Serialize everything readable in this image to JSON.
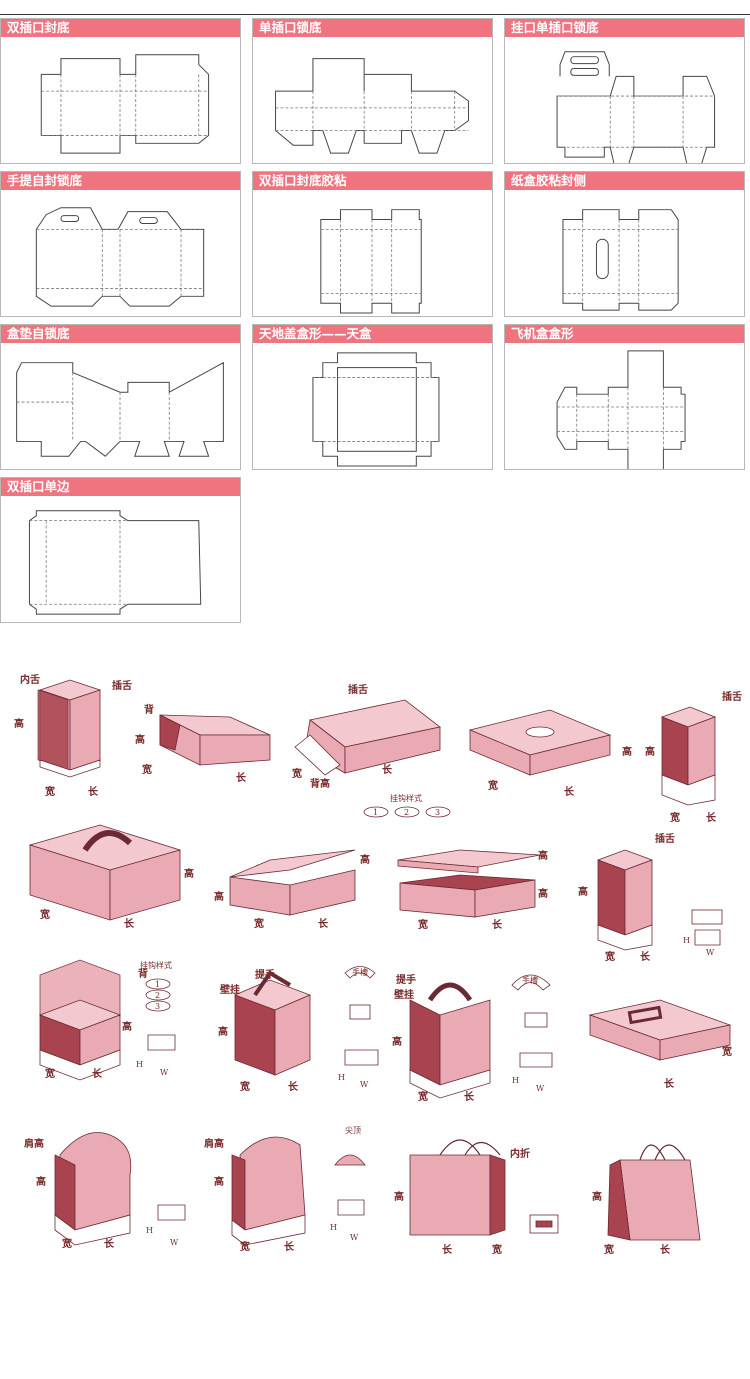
{
  "colors": {
    "header_bg": "#f07480",
    "header_text": "#ffffff",
    "line": "#444444",
    "box_front": "#e9aab3",
    "box_side": "#a9434f"
  },
  "panels": [
    {
      "title": "双插口封底"
    },
    {
      "title": "单插口锁底"
    },
    {
      "title": "挂口单插口锁底"
    },
    {
      "title": "手提自封锁底"
    },
    {
      "title": "双插口封底胶粘"
    },
    {
      "title": "纸盒胶粘封侧"
    },
    {
      "title": "盒垫自锁底"
    },
    {
      "title": "天地盖盒形——天盒"
    },
    {
      "title": "飞机盒盒形"
    },
    {
      "title": "双插口单边"
    }
  ],
  "labels": {
    "inner_tongue": "内舌",
    "insert_tongue": "插舌",
    "tongue": "插舌",
    "height": "高",
    "width": "宽",
    "length": "长",
    "back": "背",
    "back_height": "背高",
    "hook_styles": "挂钩样式",
    "wall_hook": "壁挂",
    "handle": "提手",
    "hand_slot": "手槽",
    "shoulder_height": "肩高",
    "pointed_top": "尖顶",
    "inner_fold": "内折",
    "h": "H",
    "w": "W",
    "n1": "1",
    "n2": "2",
    "n3": "3"
  }
}
